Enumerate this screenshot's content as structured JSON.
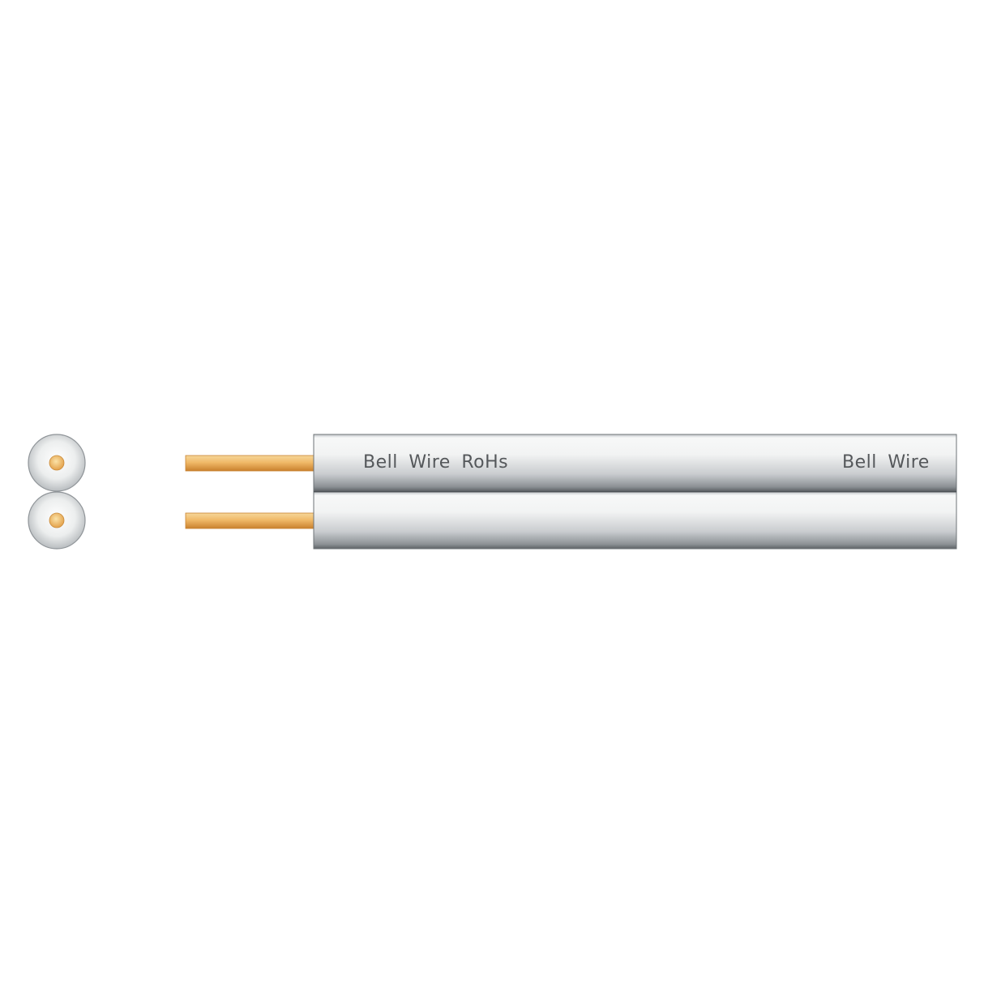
{
  "product": {
    "name": "Bell Wire",
    "type": "twin flat figure-8 cable"
  },
  "cable": {
    "sheath_color": "#dfe1e2",
    "sheath_shadow_color": "#5d6266",
    "conductor_color": "#e6a24a",
    "conductor_highlight_color": "#f6d79a",
    "print_color": "#55585b",
    "print_text": {
      "first": "Bell Wire RoHs",
      "second": "Bell Wire"
    }
  }
}
